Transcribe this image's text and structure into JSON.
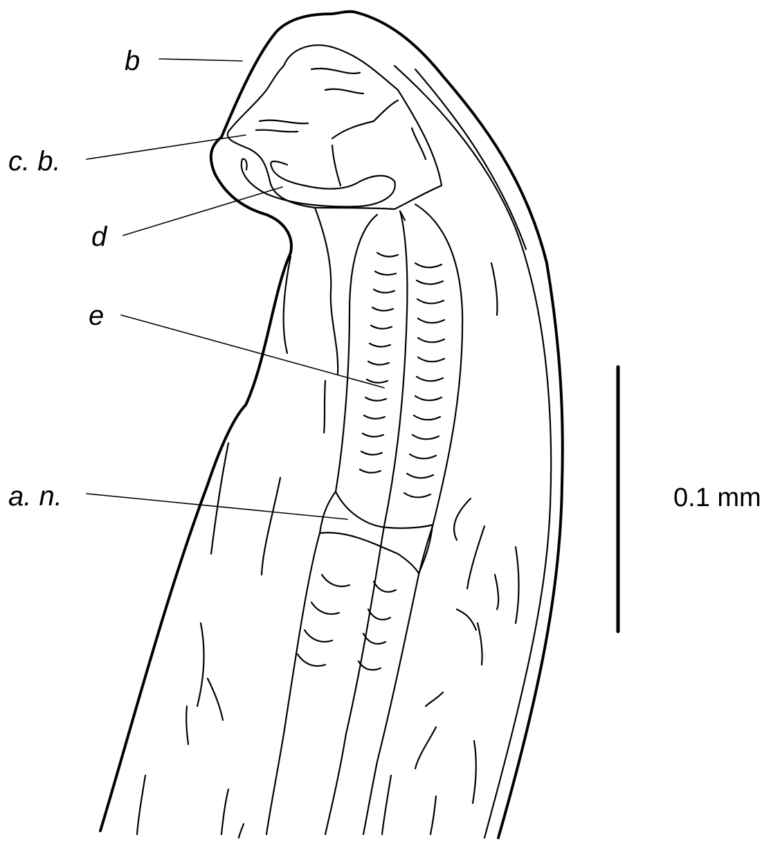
{
  "labels": {
    "b": "b",
    "cb": "c. b.",
    "d": "d",
    "e": "e",
    "an": "a. n."
  },
  "scale_bar": {
    "text": "0.1 mm"
  },
  "colors": {
    "line": "#000000",
    "leader": "#4a7ac8",
    "background": "#ffffff"
  }
}
